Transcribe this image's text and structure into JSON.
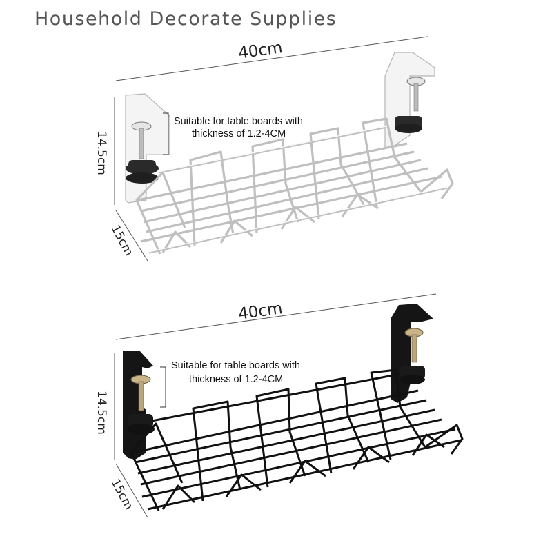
{
  "header": {
    "title": "Household Decorate Supplies"
  },
  "products": [
    {
      "variant": "white",
      "colors": {
        "wire": "#d8d8d8",
        "wire_edge": "#9a9a9a",
        "knob": "#2a2a2a",
        "bracket": "#f4f4f4"
      },
      "dimensions": {
        "width": "40cm",
        "height": "14.5cm",
        "depth": "15cm"
      },
      "note": {
        "line1": "Suitable for table boards with",
        "line2": "thickness of 1.2-4CM"
      }
    },
    {
      "variant": "black",
      "colors": {
        "wire": "#111111",
        "wire_edge": "#111111",
        "knob": "#1a1a1a",
        "bracket": "#151515"
      },
      "dimensions": {
        "width": "40cm",
        "height": "14.5cm",
        "depth": "15cm"
      },
      "note": {
        "line1": "Suitable for table boards with",
        "line2": "thickness of 1.2-4CM"
      }
    }
  ]
}
